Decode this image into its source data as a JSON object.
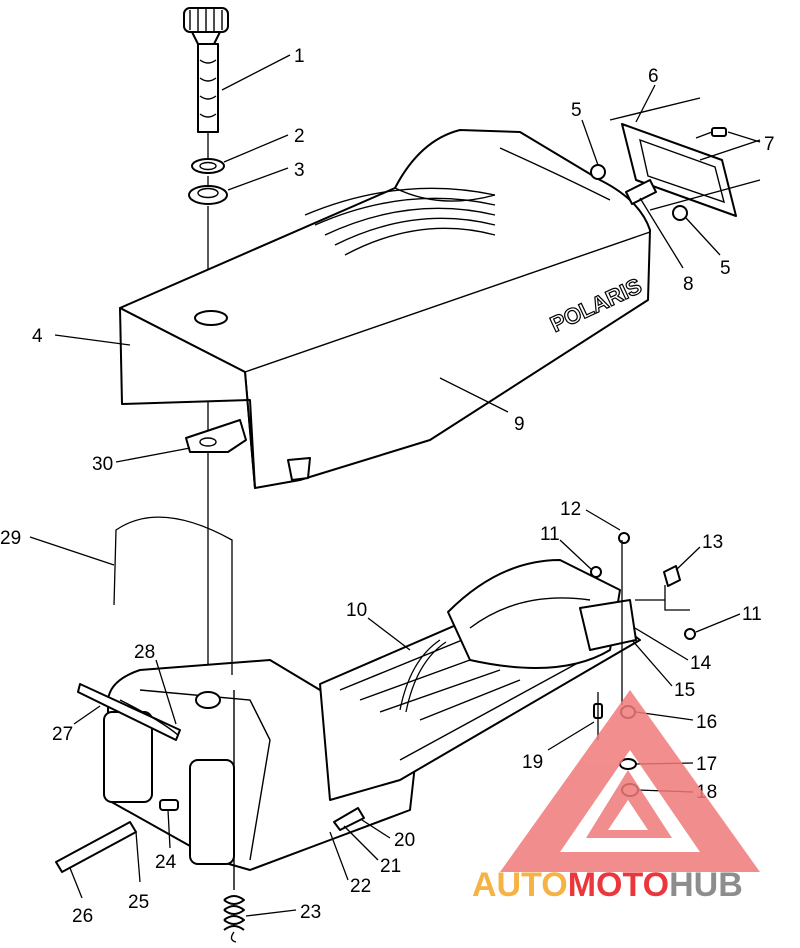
{
  "diagram": {
    "brand_text": "POLARIS",
    "part_numbers": [
      "1",
      "2",
      "3",
      "4",
      "5",
      "5",
      "6",
      "7",
      "8",
      "9",
      "10",
      "11",
      "11",
      "12",
      "13",
      "14",
      "15",
      "16",
      "17",
      "18",
      "19",
      "20",
      "21",
      "22",
      "23",
      "24",
      "25",
      "26",
      "27",
      "28",
      "29",
      "30"
    ]
  },
  "watermark": {
    "part1": "AUTO",
    "part2": "MOTO",
    "part3": "HUB",
    "colors": {
      "auto": "#f5a623",
      "moto": "#e8141b",
      "hub": "#7a7a7a",
      "triangle": "#f07a7a"
    }
  }
}
